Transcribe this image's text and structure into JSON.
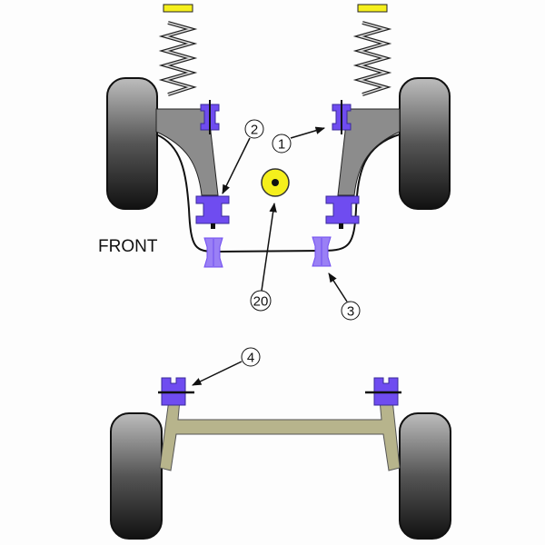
{
  "labels": {
    "front": "FRONT",
    "callouts": [
      "1",
      "2",
      "3",
      "4",
      "20"
    ]
  },
  "colors": {
    "bushing": "#6f4cf0",
    "bushing_light": "#9a80f5",
    "insert": "#f5ef1c",
    "arm": "#8c8c8c",
    "beam": "#b7b48c",
    "tyre": "#2a2a2a"
  }
}
